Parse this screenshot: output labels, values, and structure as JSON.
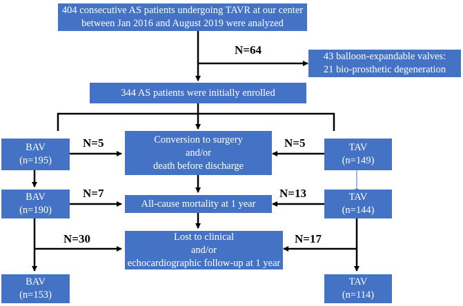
{
  "boxes": {
    "top": [
      "404 consecutive AS patients undergoing TAVR at our center",
      "between Jan 2016 and August 2019 were analyzed"
    ],
    "excluded": [
      "43 balloon-expandable valves:",
      "21 bio-prosthetic degeneration"
    ],
    "enrolled": [
      "344 AS patients were initially enrolled"
    ],
    "bav1": [
      "BAV",
      "(n=195)"
    ],
    "tav1": [
      "TAV",
      "(n=149)"
    ],
    "conversion": [
      "Conversion to surgery",
      "and/or",
      "death before discharge"
    ],
    "bav2": [
      "BAV",
      "(n=190)"
    ],
    "tav2": [
      "TAV",
      "(n=144)"
    ],
    "mortality": [
      "All-cause mortality at 1 year"
    ],
    "lost": [
      "Lost to clinical",
      "and/or",
      "echocardiographic follow-up at 1 year"
    ],
    "bav3": [
      "BAV",
      "(n=153)"
    ],
    "tav3": [
      "TAV",
      "(n=114)"
    ]
  },
  "labels": {
    "excluded_n": "N=64",
    "bav_conversion_n": "N=5",
    "tav_conversion_n": "N=5",
    "bav_mortality_n": "N=7",
    "tav_mortality_n": "N=13",
    "bav_lost_n": "N=30",
    "tav_lost_n": "N=17"
  },
  "colors": {
    "box_fill": "#4472c4",
    "box_text": "#ffffff",
    "line": "#000000",
    "thin_arrow": "#4472c4"
  }
}
